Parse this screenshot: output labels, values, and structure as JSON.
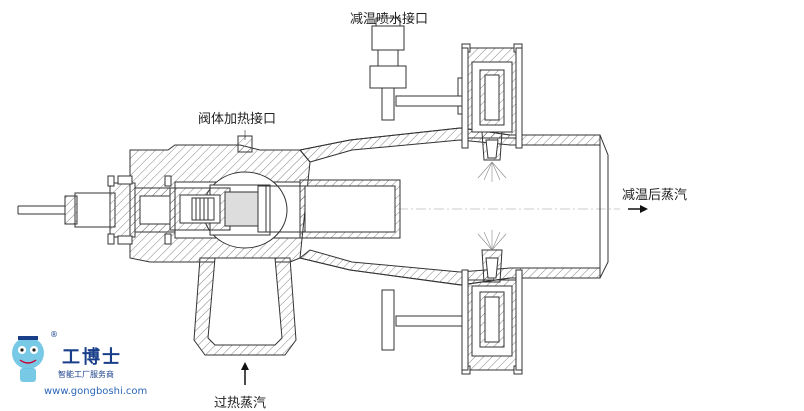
{
  "labels": {
    "spray_water_inlet": "减温喷水接口",
    "valve_body_heating_port": "阀体加热接口",
    "desuperheated_steam_out": "减温后蒸汽",
    "superheated_steam_in": "过热蒸汽"
  },
  "watermark": {
    "brand_cn": "工博士",
    "subtitle": "智能工厂服务商",
    "url": "www.gongboshi.com",
    "registered_mark": "®"
  },
  "colors": {
    "line": "#333333",
    "hatch": "#555555",
    "brand": "#1a3f8a",
    "mascot": "#5fc0e0"
  }
}
